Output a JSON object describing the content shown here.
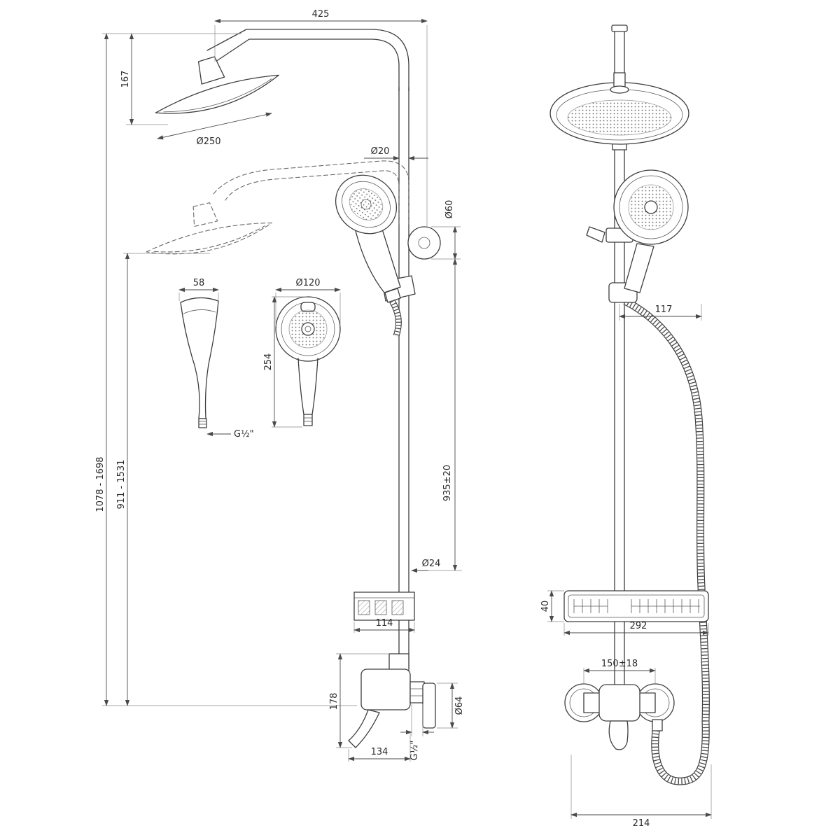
{
  "page": {
    "title": "Shower column technical drawing",
    "background": "#ffffff",
    "line_color": "#3d3d3d"
  },
  "dims": {
    "arm_reach": "425",
    "head_drop": "167",
    "head_diameter": "Ø250",
    "pipe_diameter": "Ø20",
    "holder_knob_diameter": "Ø60",
    "hand_shower_width": "58",
    "hand_shower_head_diameter": "Ø120",
    "hand_shower_length": "254",
    "hand_shower_thread": "G½\"",
    "overall_height_range": "1078 - 1698",
    "column_height_range": "911 - 1531",
    "upper_column_length": "935±20",
    "lower_pipe_diameter": "Ø24",
    "shelf_depth": "114",
    "mixer_height": "178",
    "mixer_thread": "G½\"",
    "mixer_width": "134",
    "escutcheon_diameter": "Ø64",
    "holder_offset": "117",
    "shelf_height": "40",
    "shelf_width": "292",
    "connection_centers": "150±18",
    "hose_span": "214"
  }
}
